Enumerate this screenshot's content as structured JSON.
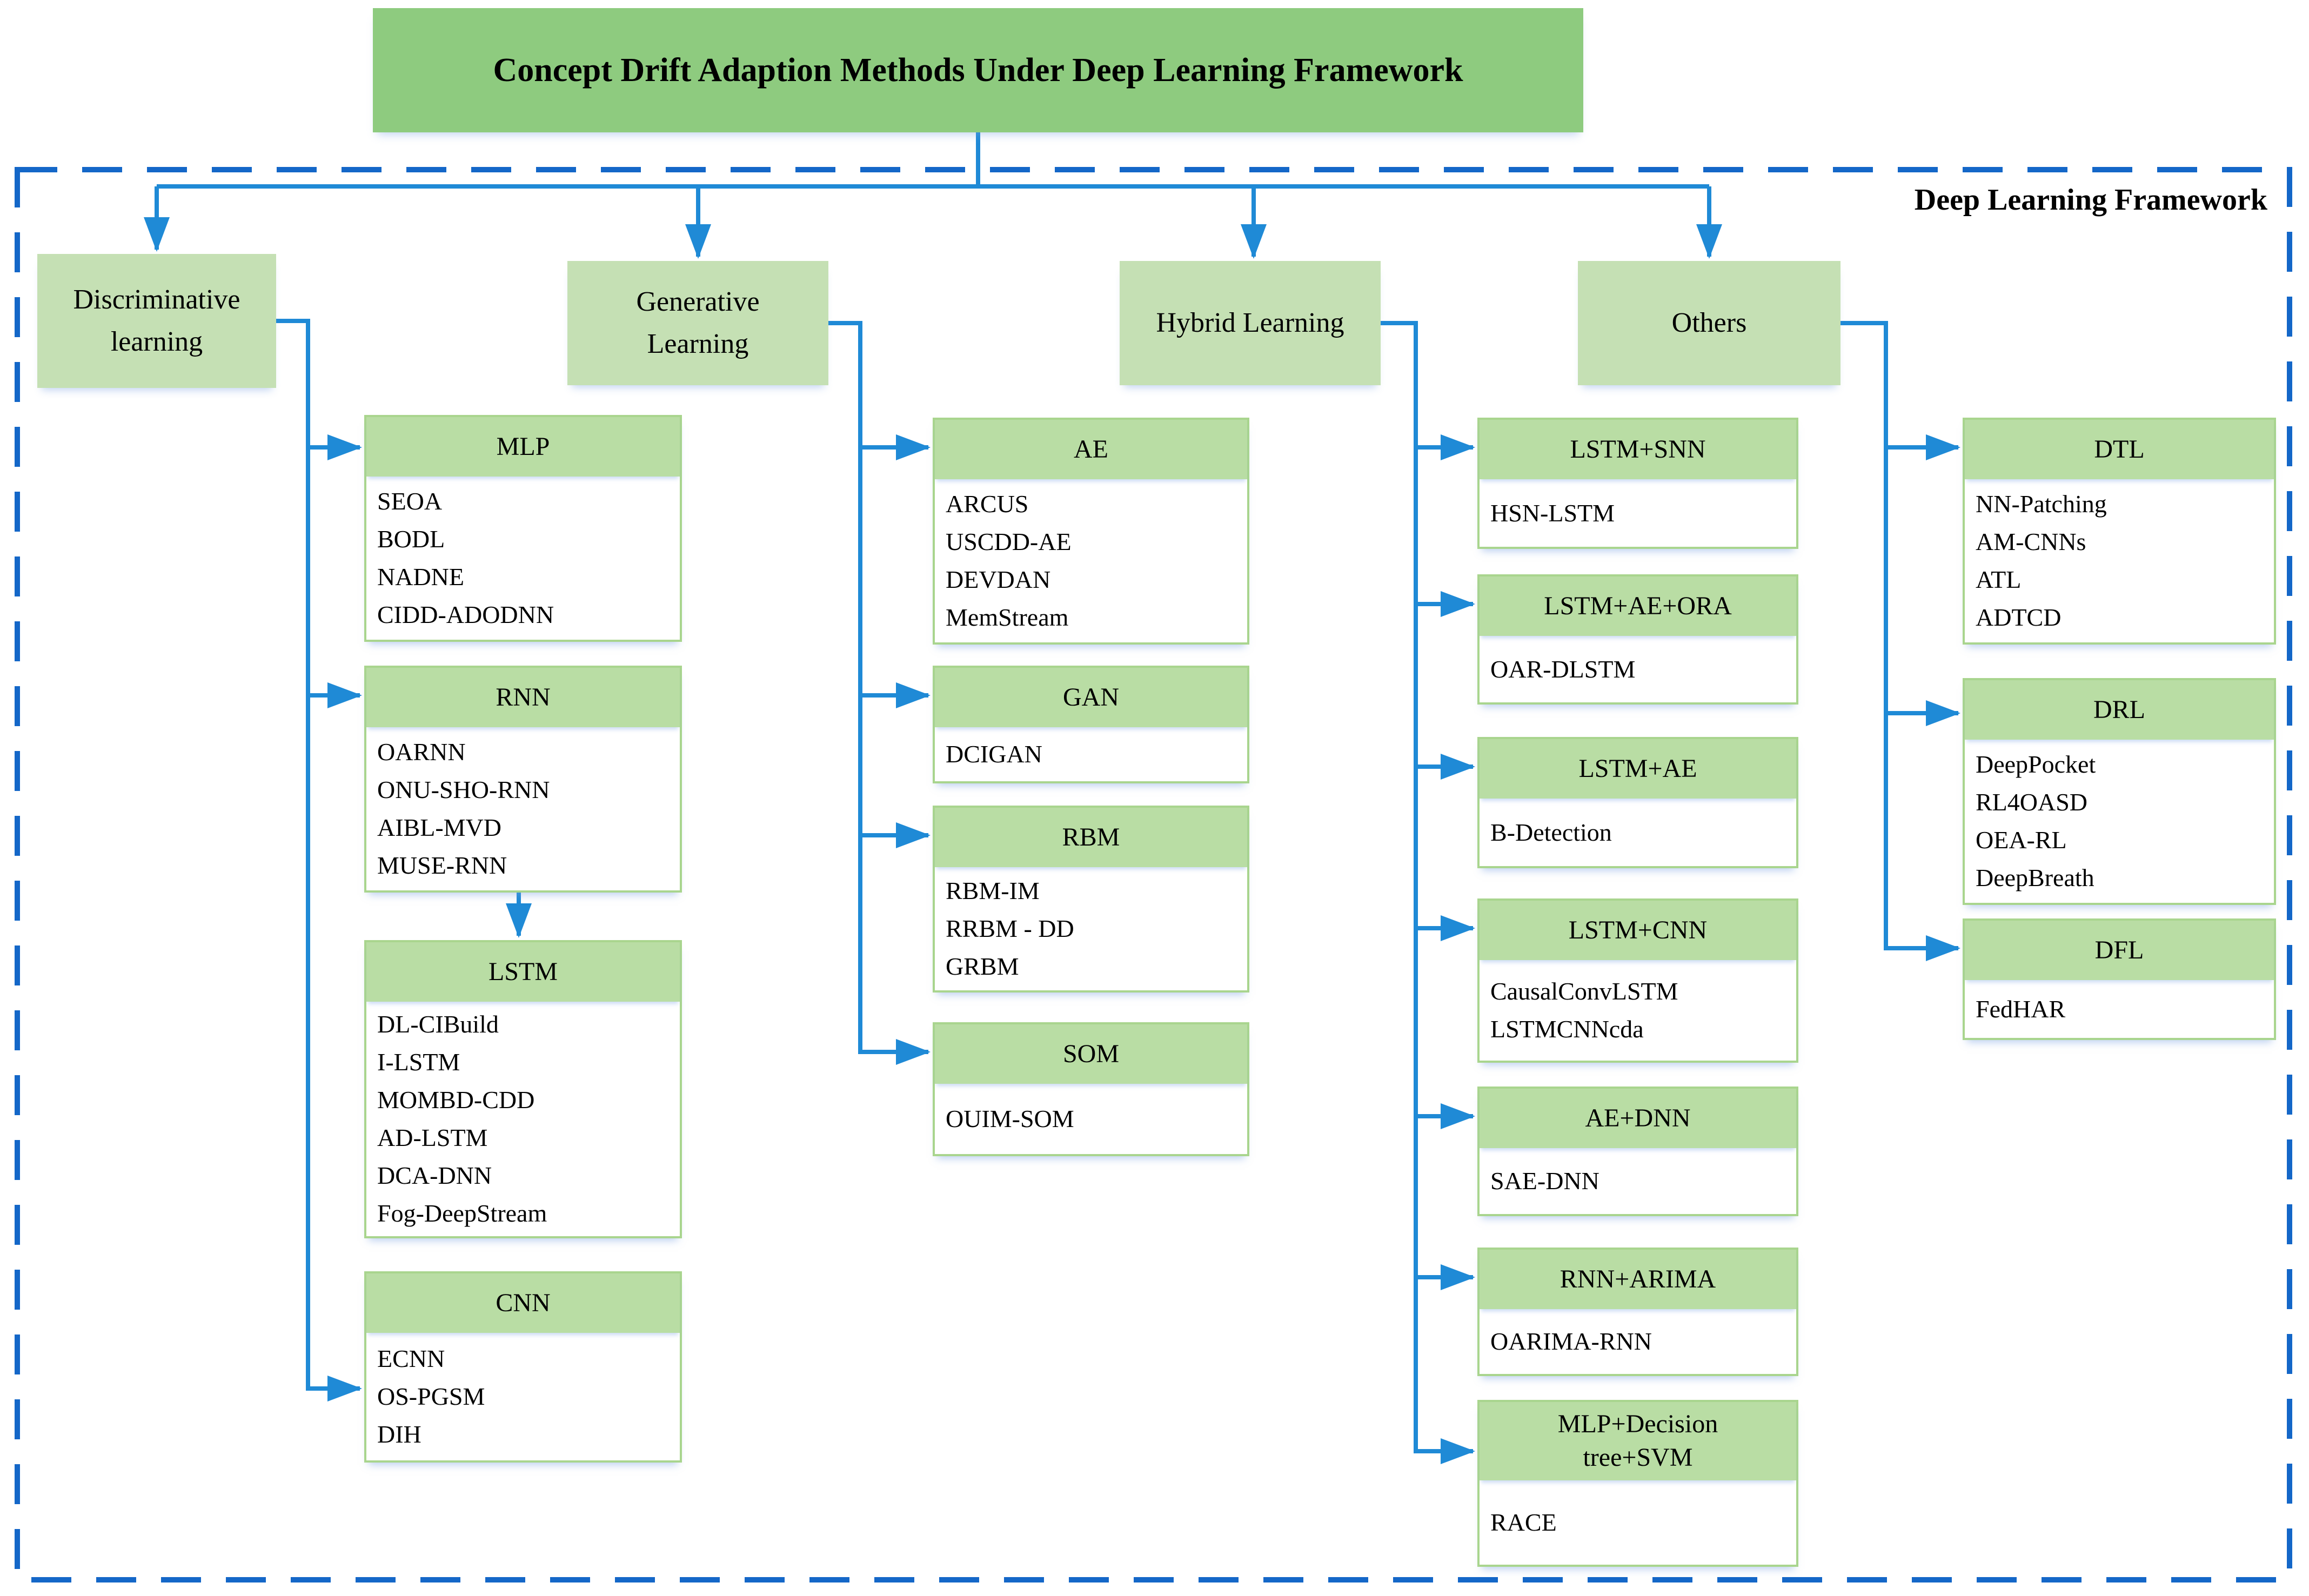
{
  "title": "Concept Drift Adaption Methods Under Deep Learning Framework",
  "frame_label": "Deep Learning Framework",
  "colors": {
    "title_box": "#8ecb7f",
    "category_box": "#c5e0b4",
    "header_box": "#b9dda4",
    "box_border": "#a9d58e",
    "connector": "#1f8ad6",
    "frame_border": "#1467c8"
  },
  "branches": [
    {
      "label": "Discriminative learning",
      "boxes": [
        {
          "title": "MLP",
          "items": [
            "SEOA",
            "BODL",
            "NADNE",
            "CIDD-ADODNN"
          ]
        },
        {
          "title": "RNN",
          "items": [
            "OARNN",
            "ONU-SHO-RNN",
            "AIBL-MVD",
            "MUSE-RNN"
          ]
        },
        {
          "title": "LSTM",
          "items": [
            "DL-CIBuild",
            "I-LSTM",
            "MOMBD-CDD",
            "AD-LSTM",
            "DCA-DNN",
            "Fog-DeepStream"
          ]
        },
        {
          "title": "CNN",
          "items": [
            "ECNN",
            "OS-PGSM",
            "DIH"
          ]
        }
      ]
    },
    {
      "label": "Generative Learning",
      "boxes": [
        {
          "title": "AE",
          "items": [
            "ARCUS",
            "USCDD-AE",
            "DEVDAN",
            "MemStream"
          ]
        },
        {
          "title": "GAN",
          "items": [
            "DCIGAN"
          ]
        },
        {
          "title": "RBM",
          "items": [
            "RBM-IM",
            "RRBM - DD",
            "GRBM"
          ]
        },
        {
          "title": "SOM",
          "items": [
            "OUIM-SOM"
          ]
        }
      ]
    },
    {
      "label": "Hybrid Learning",
      "boxes": [
        {
          "title": "LSTM+SNN",
          "items": [
            "HSN-LSTM"
          ]
        },
        {
          "title": "LSTM+AE+ORA",
          "items": [
            "OAR-DLSTM"
          ]
        },
        {
          "title": "LSTM+AE",
          "items": [
            "B-Detection"
          ]
        },
        {
          "title": "LSTM+CNN",
          "items": [
            "CausalConvLSTM",
            "LSTMCNNcda"
          ]
        },
        {
          "title": "AE+DNN",
          "items": [
            "SAE-DNN"
          ]
        },
        {
          "title": "RNN+ARIMA",
          "items": [
            "OARIMA-RNN"
          ]
        },
        {
          "title": "MLP+Decision tree+SVM",
          "items": [
            "RACE"
          ]
        }
      ]
    },
    {
      "label": "Others",
      "boxes": [
        {
          "title": "DTL",
          "items": [
            "NN-Patching",
            "AM-CNNs",
            "ATL",
            "ADTCD"
          ]
        },
        {
          "title": "DRL",
          "items": [
            "DeepPocket",
            "RL4OASD",
            "OEA-RL",
            "DeepBreath"
          ]
        },
        {
          "title": "DFL",
          "items": [
            "FedHAR"
          ]
        }
      ]
    }
  ]
}
